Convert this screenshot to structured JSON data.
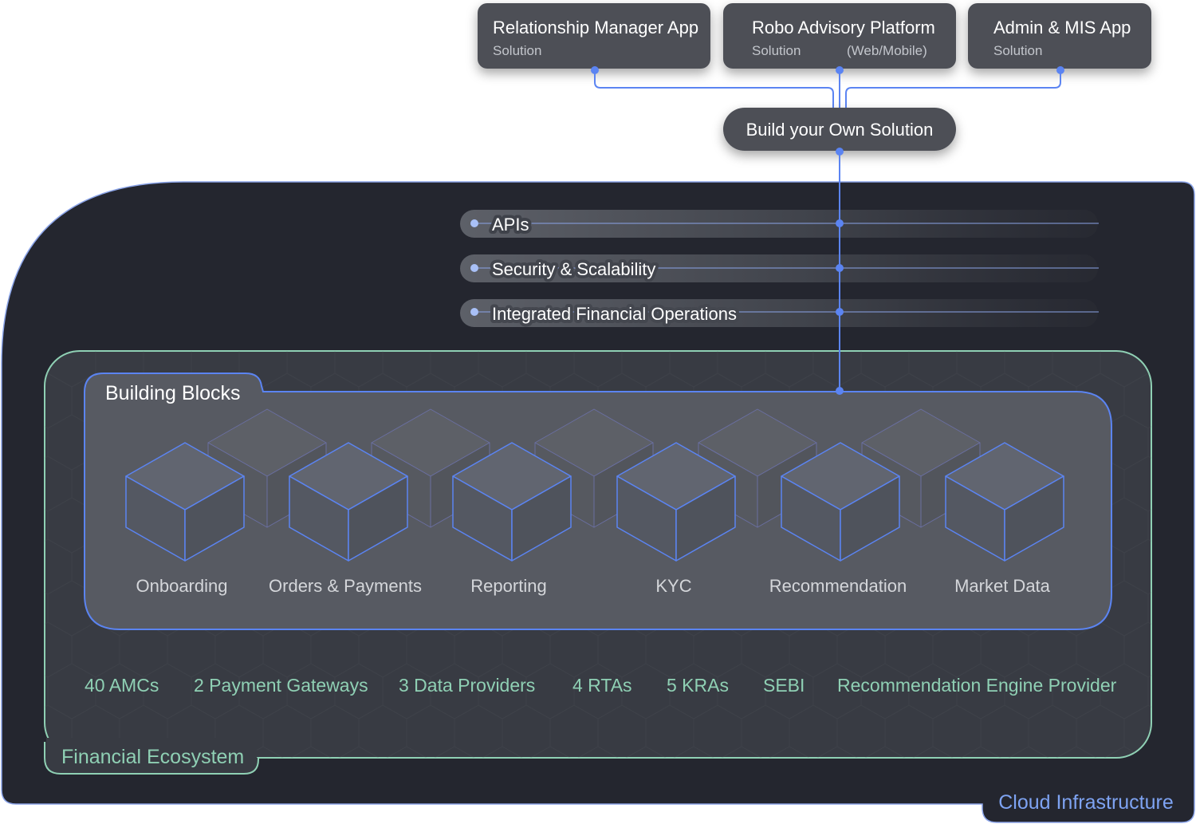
{
  "solutions": [
    {
      "title": "Relationship Manager App",
      "subtitle": "Solution",
      "extra": ""
    },
    {
      "title": "Robo Advisory Platform",
      "subtitle": "Solution",
      "extra": "(Web/Mobile)"
    },
    {
      "title": "Admin & MIS App",
      "subtitle": "Solution",
      "extra": ""
    }
  ],
  "build": {
    "label": "Build your Own Solution"
  },
  "layers": [
    "APIs",
    "Security & Scalability",
    "Integrated Financial Operations"
  ],
  "building_blocks": {
    "title": "Building Blocks",
    "items": [
      "Onboarding",
      "Orders & Payments",
      "Reporting",
      "KYC",
      "Recommendation",
      "Market Data"
    ]
  },
  "ecosystem": {
    "title": "Financial Ecosystem",
    "items": [
      "40 AMCs",
      "2 Payment Gateways",
      "3 Data Providers",
      "4 RTAs",
      "5 KRAs",
      "SEBI",
      "Recommendation Engine Provider"
    ]
  },
  "cloud": {
    "title": "Cloud Infrastructure"
  },
  "colors": {
    "background": "#24262f",
    "card": "#4f5259",
    "accent_blue": "#5b84f2",
    "ecosystem_green": "#8fd0b4",
    "text_light": "#ffffff",
    "text_muted": "#c3c6cc"
  }
}
